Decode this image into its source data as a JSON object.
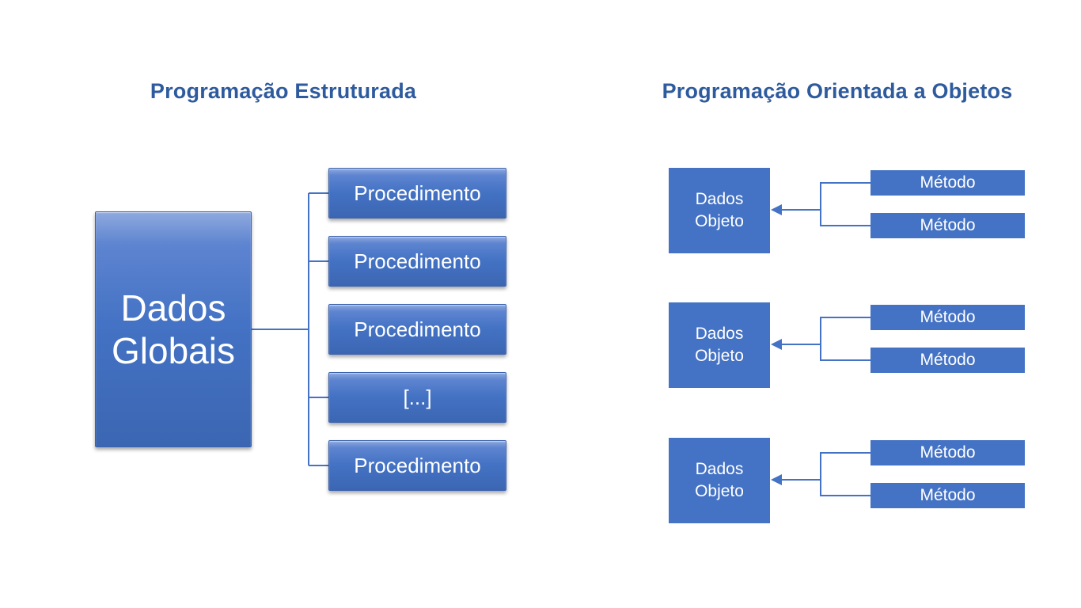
{
  "colors": {
    "background": "#FFFFFF",
    "accent": "#4472C4",
    "title_text": "#2E5B9E",
    "box_text": "#FFFFFF",
    "connector": "#4472C4"
  },
  "structured": {
    "title": "Programação Estruturada",
    "global_box_label": "Dados Globais",
    "procedures": [
      "Procedimento",
      "Procedimento",
      "Procedimento",
      "[...]",
      "Procedimento"
    ]
  },
  "oop": {
    "title": "Programação Orientada a Objetos",
    "objects": [
      {
        "label": "Dados Objeto",
        "methods": [
          "Método",
          "Método"
        ]
      },
      {
        "label": "Dados Objeto",
        "methods": [
          "Método",
          "Método"
        ]
      },
      {
        "label": "Dados Objeto",
        "methods": [
          "Método",
          "Método"
        ]
      }
    ]
  }
}
